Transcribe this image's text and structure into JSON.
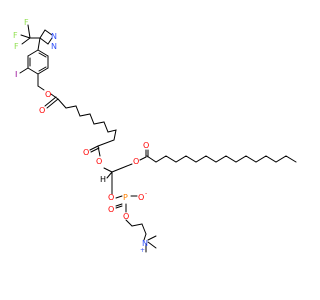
{
  "colors": {
    "bond": "#000000",
    "O": "#ff0000",
    "N": "#3050f8",
    "F": "#90e050",
    "I": "#940094",
    "P": "#ff8000",
    "H": "#000000"
  },
  "atoms": {
    "f1": "F",
    "f2": "F",
    "f3": "F",
    "n1": "N",
    "n2": "N",
    "iodine": "I",
    "o_benzyl_ester": "O",
    "o_carbonyl_1": "O",
    "o_carbonyl_2": "O",
    "o_sn2_ester": "O",
    "h_stereo": "H",
    "o_sn1_ester": "O",
    "o_carbonyl_3": "O",
    "o_phos_1": "O",
    "p": "P",
    "o_phos_minus": "O",
    "charge_minus": "-",
    "o_phos_double": "O",
    "o_phos_2": "O",
    "n_choline": "N",
    "charge_plus": "+"
  }
}
